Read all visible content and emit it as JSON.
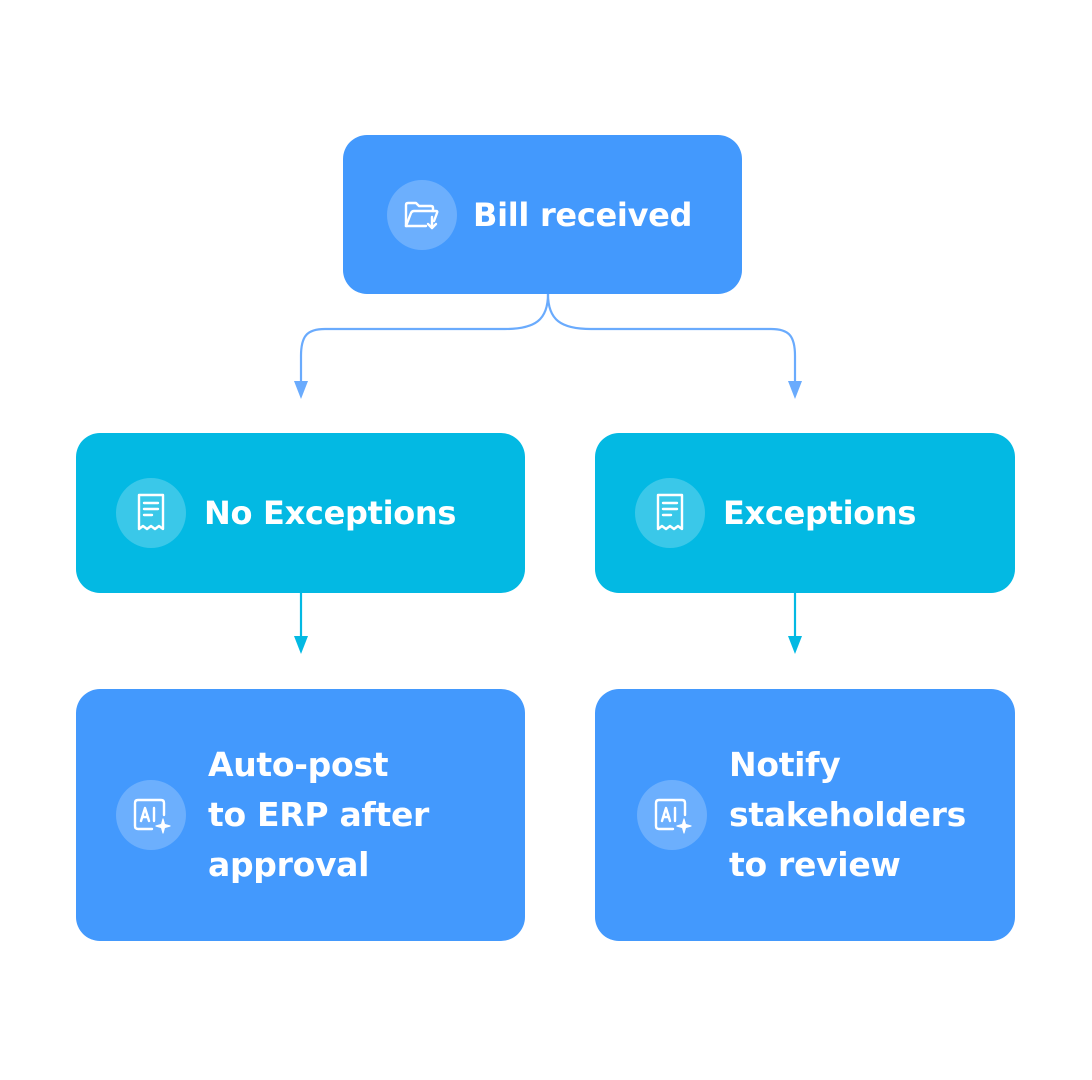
{
  "colors": {
    "primary_blue": "#4399fd",
    "cyan": "#03b9e3",
    "connector_blue": "#6aabfd",
    "connector_cyan": "#03b9e3",
    "text": "#ffffff"
  },
  "nodes": {
    "bill_received": {
      "label": "Bill received",
      "icon": "folder-download-icon"
    },
    "no_exceptions": {
      "label": "No Exceptions",
      "icon": "receipt-icon"
    },
    "exceptions": {
      "label": "Exceptions",
      "icon": "receipt-icon"
    },
    "auto_post": {
      "lines": [
        "Auto-post",
        "to ERP after",
        "approval"
      ],
      "icon": "ai-sparkle-icon"
    },
    "notify": {
      "lines": [
        "Notify",
        "stakeholders",
        "to review"
      ],
      "icon": "ai-sparkle-icon"
    }
  }
}
